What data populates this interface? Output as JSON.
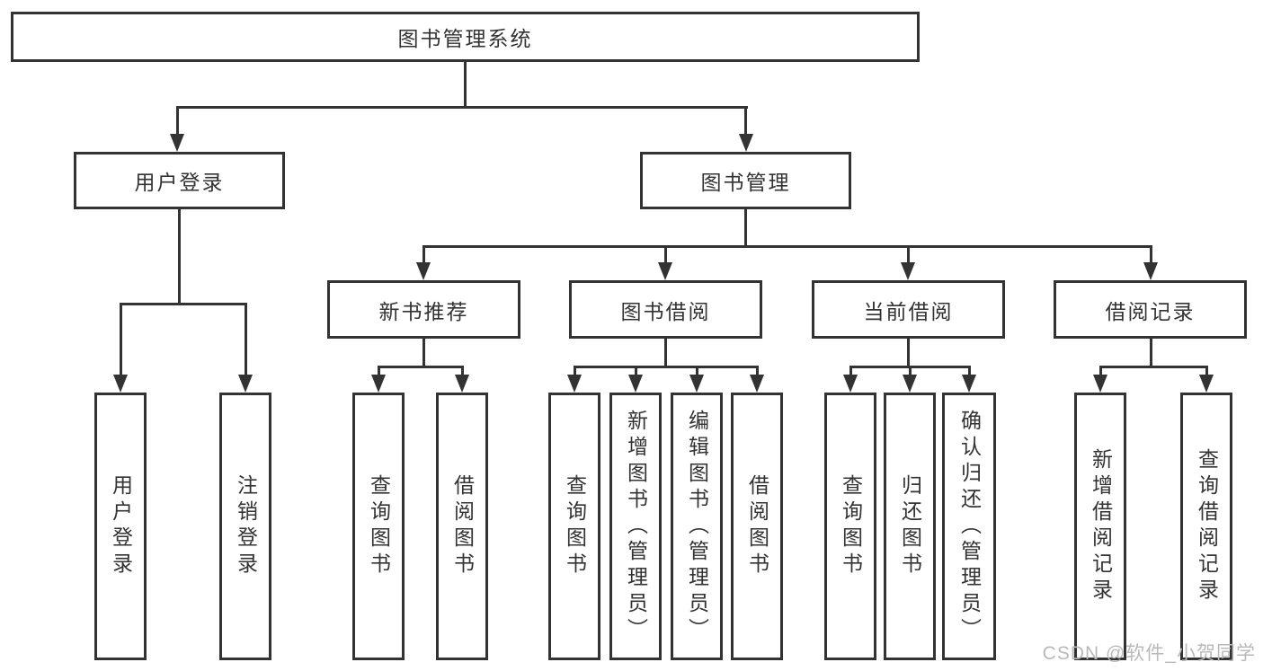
{
  "tree": {
    "root": "图书管理系统",
    "branches": [
      {
        "label": "用户登录",
        "children": [
          "用户登录",
          "注销登录"
        ]
      },
      {
        "label": "图书管理",
        "children": [
          {
            "label": "新书推荐",
            "children": [
              "查询图书",
              "借阅图书"
            ]
          },
          {
            "label": "图书借阅",
            "children": [
              "查询图书",
              "新增图书（管理员）",
              "编辑图书（管理员）",
              "借阅图书"
            ]
          },
          {
            "label": "当前借阅",
            "children": [
              "查询图书",
              "归还图书",
              "确认归还（管理员）"
            ]
          },
          {
            "label": "借阅记录",
            "children": [
              "新增借阅记录",
              "查询借阅记录"
            ]
          }
        ]
      }
    ]
  },
  "watermark": "CSDN @软件_小贺同学",
  "colors": {
    "line": "#333333",
    "text": "#333333",
    "background": "#ffffff",
    "watermark": "#b9b9b9"
  }
}
